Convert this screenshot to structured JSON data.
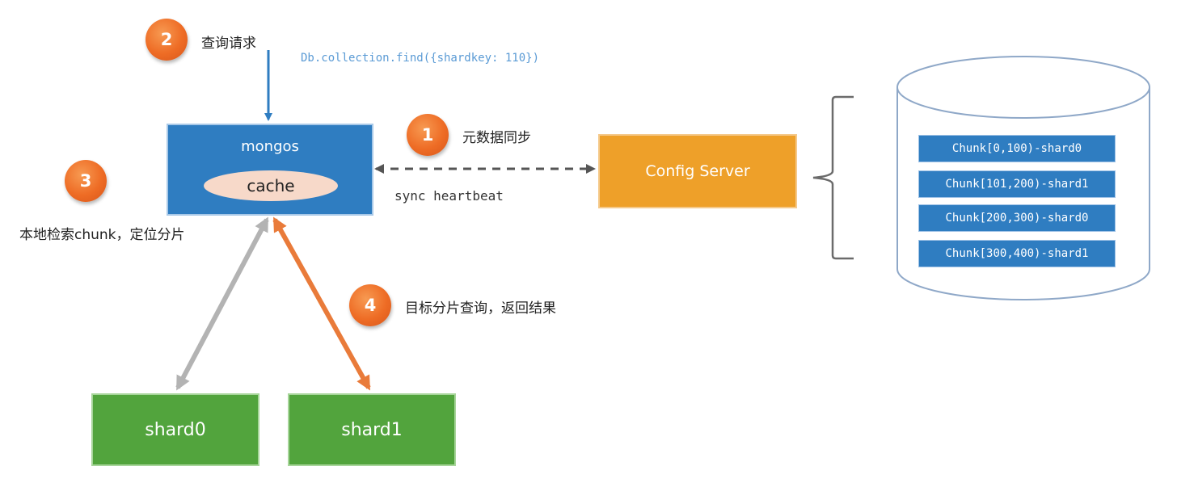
{
  "steps": {
    "step1": {
      "number": "1",
      "label": "元数据同步"
    },
    "step2": {
      "number": "2",
      "label": "查询请求"
    },
    "step3": {
      "number": "3",
      "label": "本地检索chunk，定位分片"
    },
    "step4": {
      "number": "4",
      "label": "目标分片查询，返回结果"
    }
  },
  "query_code": "Db.collection.find({shardkey: 110})",
  "mongos": {
    "title": "mongos",
    "cache_label": "cache"
  },
  "config_server": {
    "label": "Config Server"
  },
  "sync_label": "sync heartbeat",
  "shards": [
    "shard0",
    "shard1"
  ],
  "chunks": [
    "Chunk[0,100)-shard0",
    "Chunk[101,200)-shard1",
    "Chunk[200,300)-shard0",
    "Chunk[300,400)-shard1"
  ],
  "colors": {
    "mongos_blue": "#2f7dc1",
    "config_orange": "#eea029",
    "shard_green": "#52a43d",
    "badge_orange": "#ee6c25",
    "arrow_gray": "#b3b3b3",
    "arrow_orange": "#e97b3a",
    "code_blue": "#5b9bd5"
  }
}
